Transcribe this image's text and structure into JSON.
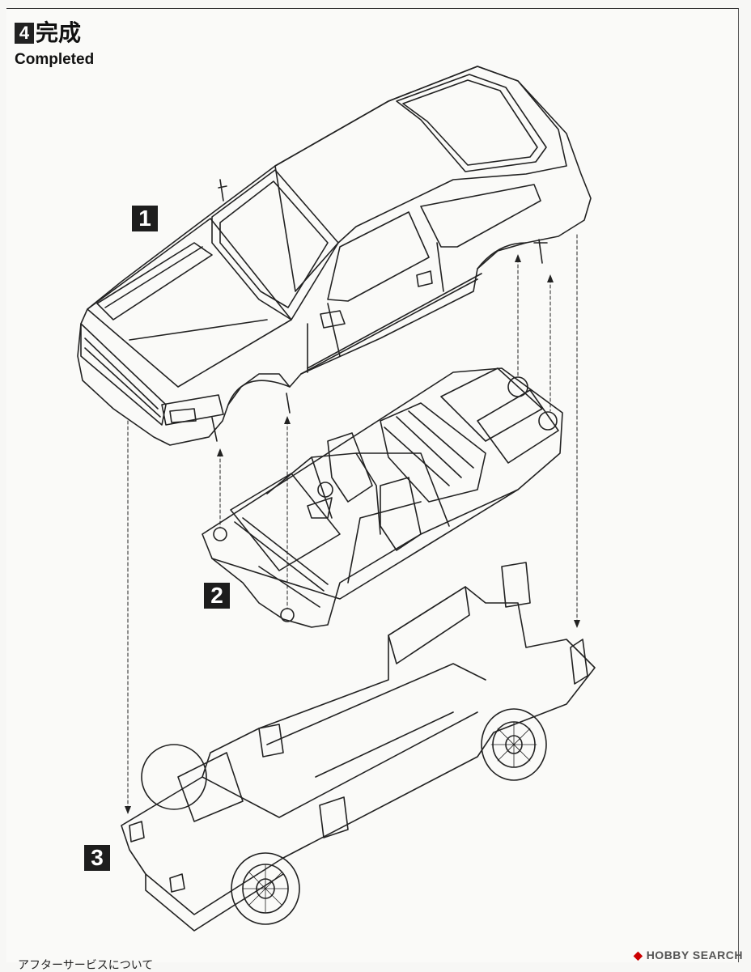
{
  "step": {
    "number": "4",
    "title_jp": "完成",
    "title_en": "Completed"
  },
  "parts": [
    {
      "label": "1"
    },
    {
      "label": "2"
    },
    {
      "label": "3"
    }
  ],
  "footer": {
    "note": "アフターサービスについて"
  },
  "watermark": {
    "brand": "HOBBY SEARCH"
  }
}
